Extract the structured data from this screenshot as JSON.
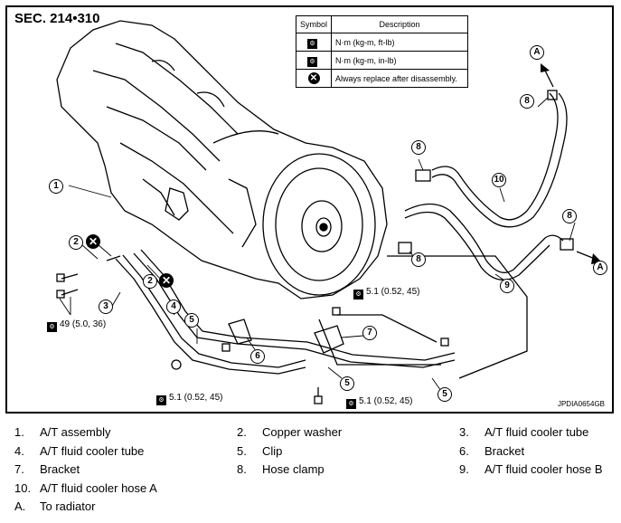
{
  "section": "SEC. 214•310",
  "figure_id": "JPDIA0654GB",
  "symbol_table": {
    "header_symbol": "Symbol",
    "header_description": "Description",
    "rows": [
      {
        "icon": "torque-wrench-icon",
        "description": "N·m (kg-m, ft-lb)"
      },
      {
        "icon": "torque-wrench-icon",
        "description": "N·m (kg-m, in-lb)"
      },
      {
        "icon": "always-replace-icon",
        "description": "Always replace after disassembly."
      }
    ]
  },
  "callouts": {
    "c1": "1",
    "c2a": "2",
    "c2b": "2",
    "c3": "3",
    "c4": "4",
    "c5a": "5",
    "c5b": "5",
    "c5c": "5",
    "c6": "6",
    "c7": "7",
    "c8a": "8",
    "c8b": "8",
    "c8c": "8",
    "c8d": "8",
    "c9": "9",
    "c10": "10",
    "a_top": "A",
    "a_right": "A"
  },
  "torques": {
    "t49": "49 (5.0, 36)",
    "t51_mid": "5.1 (0.52, 45)",
    "t51_bl": "5.1 (0.52, 45)",
    "t51_br": "5.1 (0.52, 45)"
  },
  "legend": [
    {
      "num": "1.",
      "text": "A/T assembly"
    },
    {
      "num": "2.",
      "text": "Copper washer"
    },
    {
      "num": "3.",
      "text": "A/T fluid cooler tube"
    },
    {
      "num": "4.",
      "text": "A/T fluid cooler tube"
    },
    {
      "num": "5.",
      "text": "Clip"
    },
    {
      "num": "6.",
      "text": "Bracket"
    },
    {
      "num": "7.",
      "text": "Bracket"
    },
    {
      "num": "8.",
      "text": "Hose clamp"
    },
    {
      "num": "9.",
      "text": "A/T fluid cooler hose B"
    },
    {
      "num": "10.",
      "text": "A/T fluid cooler hose A"
    },
    {
      "num": "A.",
      "text": "To radiator"
    }
  ]
}
